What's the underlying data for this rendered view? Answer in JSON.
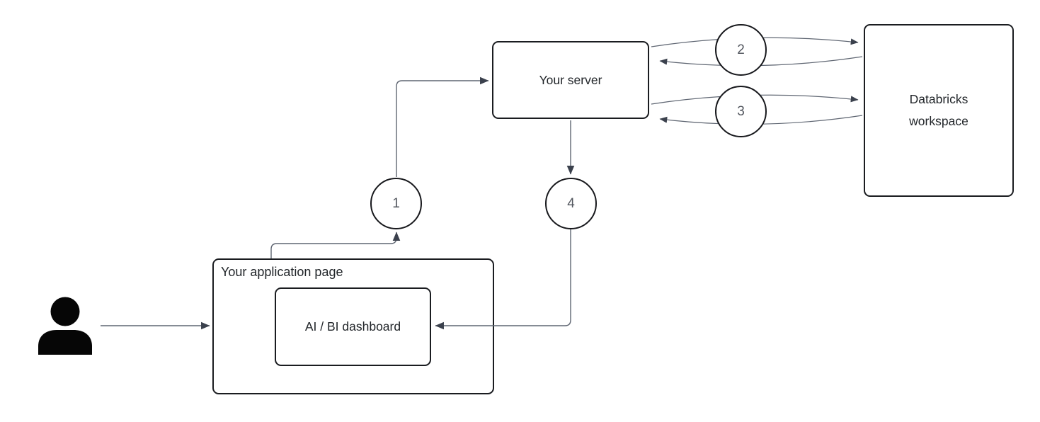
{
  "boxes": {
    "server": {
      "label": "Your server"
    },
    "databricks": {
      "label_line1": "Databricks",
      "label_line2": "workspace"
    },
    "app_page": {
      "label": "Your application page"
    },
    "dashboard": {
      "label": "AI / BI dashboard"
    }
  },
  "steps": [
    {
      "number": "1"
    },
    {
      "number": "2"
    },
    {
      "number": "3"
    },
    {
      "number": "4"
    }
  ],
  "icons": {
    "user": "user-icon"
  },
  "colors": {
    "background": "#ffffff",
    "box_border": "#1a1c20",
    "text": "#212529",
    "connector_line": "#5f6672",
    "arrowhead": "#3b414d",
    "step_number": "#53575f",
    "user_icon": "#060606"
  }
}
